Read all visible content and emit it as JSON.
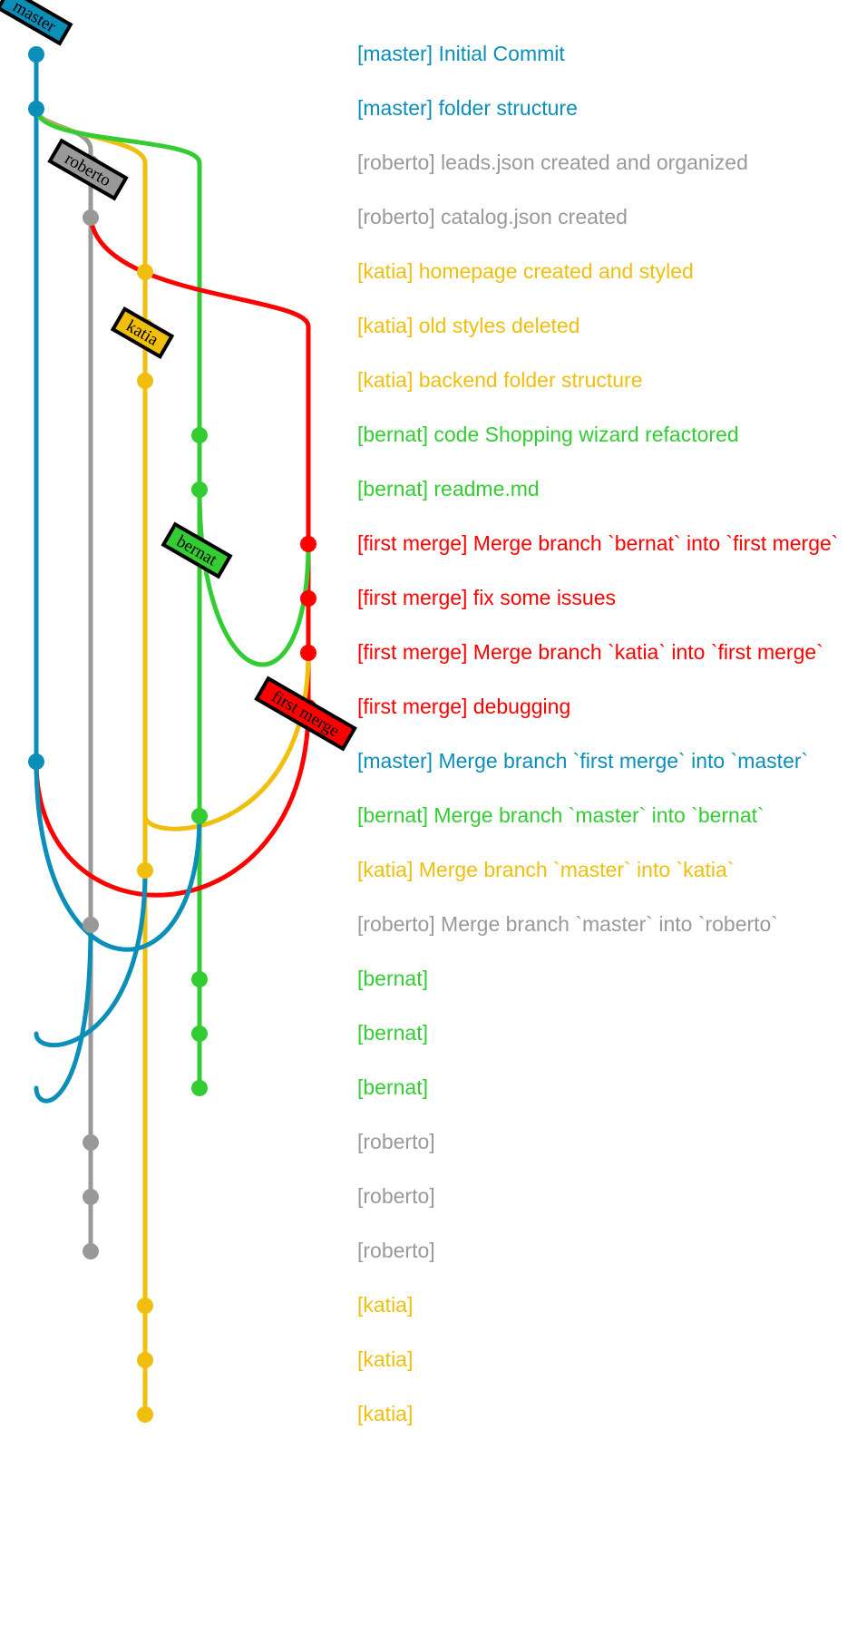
{
  "branches": [
    {
      "name": "master",
      "color": "#0b8fb8"
    },
    {
      "name": "roberto",
      "color": "#999999"
    },
    {
      "name": "katia",
      "color": "#f0be0c"
    },
    {
      "name": "bernat",
      "color": "#33cc33"
    },
    {
      "name": "first merge",
      "color": "#ff0000"
    }
  ],
  "commits": [
    {
      "branch": "master",
      "label": "[master] Initial Commit"
    },
    {
      "branch": "master",
      "label": "[master] folder structure"
    },
    {
      "branch": "roberto",
      "label": "[roberto] leads.json created and organized"
    },
    {
      "branch": "roberto",
      "label": "[roberto] catalog.json created"
    },
    {
      "branch": "katia",
      "label": "[katia] homepage created and styled"
    },
    {
      "branch": "katia",
      "label": "[katia] old styles deleted"
    },
    {
      "branch": "katia",
      "label": "[katia] backend folder structure"
    },
    {
      "branch": "bernat",
      "label": "[bernat] code Shopping wizard refactored"
    },
    {
      "branch": "bernat",
      "label": "[bernat]  readme.md"
    },
    {
      "branch": "first merge",
      "label": "[first merge] Merge branch `bernat` into `first merge`"
    },
    {
      "branch": "first merge",
      "label": "[first merge] fix some issues"
    },
    {
      "branch": "first merge",
      "label": "[first merge] Merge branch `katia` into `first merge`"
    },
    {
      "branch": "first merge",
      "label": "[first merge] debugging"
    },
    {
      "branch": "master",
      "label": "[master] Merge branch `first merge` into `master`"
    },
    {
      "branch": "bernat",
      "label": "[bernat] Merge branch `master` into `bernat`"
    },
    {
      "branch": "katia",
      "label": "[katia] Merge branch `master` into `katia`"
    },
    {
      "branch": "roberto",
      "label": "[roberto] Merge branch `master` into `roberto`"
    },
    {
      "branch": "bernat",
      "label": "[bernat]"
    },
    {
      "branch": "bernat",
      "label": "[bernat]"
    },
    {
      "branch": "bernat",
      "label": "[bernat]"
    },
    {
      "branch": "roberto",
      "label": "[roberto]"
    },
    {
      "branch": "roberto",
      "label": "[roberto]"
    },
    {
      "branch": "roberto",
      "label": "[roberto]"
    },
    {
      "branch": "katia",
      "label": "[katia]"
    },
    {
      "branch": "katia",
      "label": "[katia]"
    },
    {
      "branch": "katia",
      "label": "[katia]"
    }
  ]
}
